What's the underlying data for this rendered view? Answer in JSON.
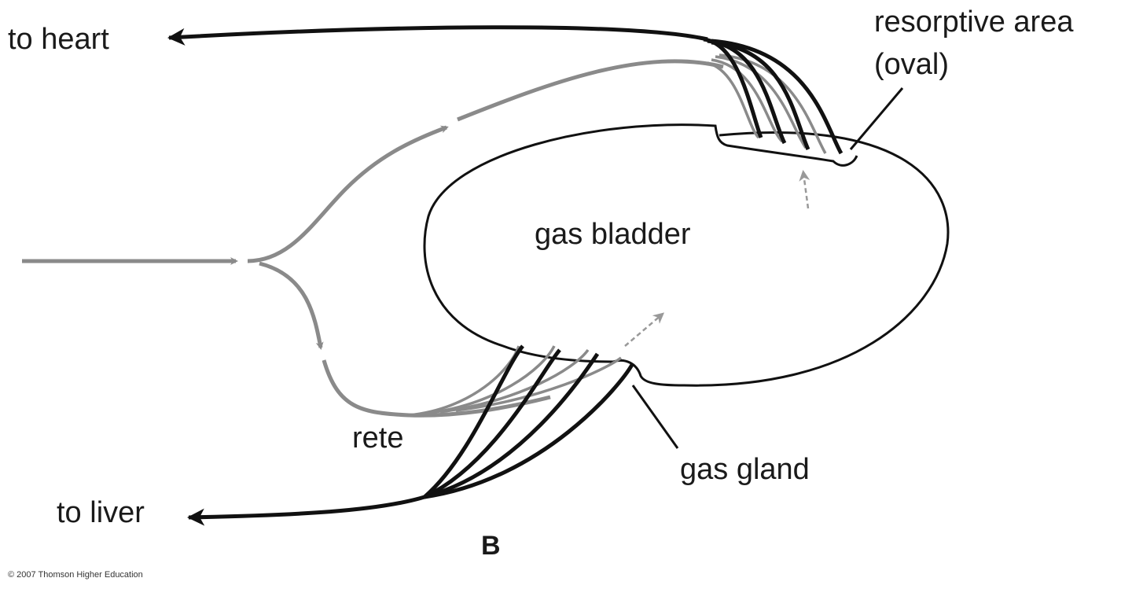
{
  "labels": {
    "to_heart": "to heart",
    "resorptive_line1": "resorptive area",
    "resorptive_line2": "(oval)",
    "gas_bladder": "gas bladder",
    "rete": "rete",
    "gas_gland": "gas gland",
    "to_liver": "to liver",
    "panel": "B",
    "copyright": "© 2007 Thomson Higher Education"
  },
  "colors": {
    "artery": "#8a8a8a",
    "vein": "#111111",
    "outline": "#111111"
  }
}
